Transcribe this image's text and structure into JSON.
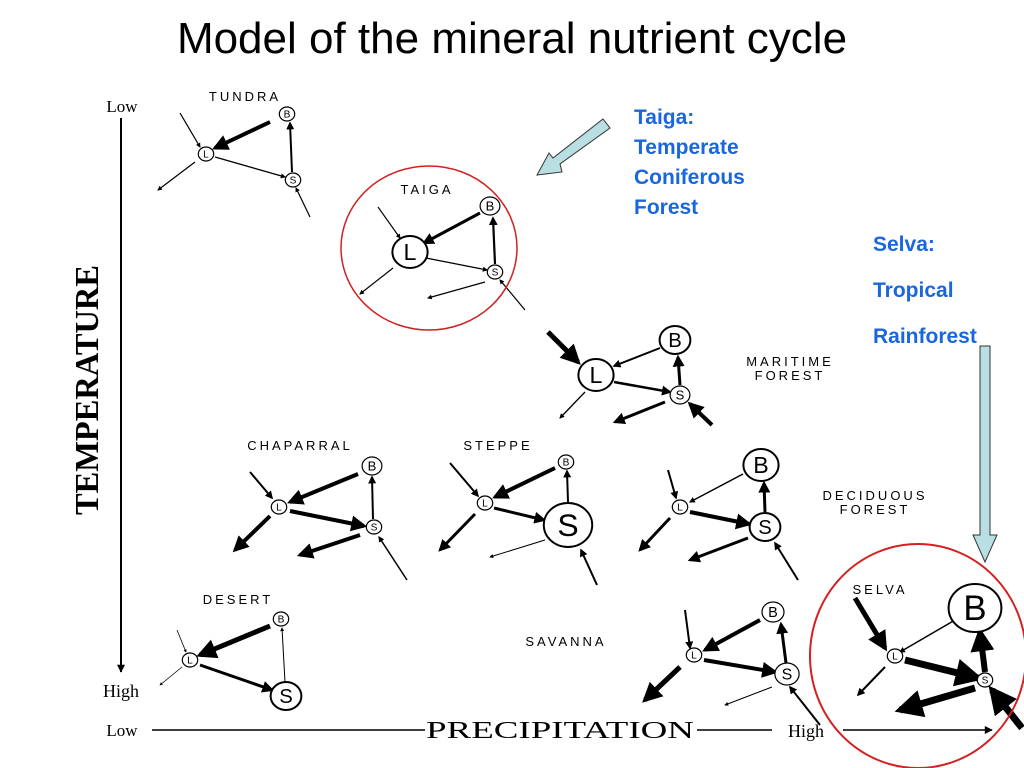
{
  "title": "Model of the mineral nutrient cycle",
  "axes": {
    "y_label": "TEMPERATURE",
    "y_low": "Low",
    "y_high": "High",
    "x_label": "PRECIPITATION",
    "x_low": "Low",
    "x_high": "High"
  },
  "annotations": {
    "taiga": [
      "Taiga:",
      "Temperate",
      "Coniferous",
      "Forest"
    ],
    "selva": [
      "Selva:",
      "Tropical",
      "Rainforest"
    ]
  },
  "colors": {
    "highlight_circle": "#d42020",
    "annotation_text": "#1a66dd",
    "pointer_arrow": "#b9dfe3"
  },
  "node_letters": {
    "biomass": "B",
    "litter": "L",
    "soil": "S"
  },
  "biomes": [
    {
      "id": "tundra",
      "label": [
        "TUNDRA"
      ]
    },
    {
      "id": "taiga",
      "label": [
        "TAIGA"
      ]
    },
    {
      "id": "maritime",
      "label": [
        "MARITIME",
        "FOREST"
      ]
    },
    {
      "id": "chaparral",
      "label": [
        "CHAPARRAL"
      ]
    },
    {
      "id": "steppe",
      "label": [
        "STEPPE"
      ]
    },
    {
      "id": "deciduous",
      "label": [
        "DECIDUOUS",
        "FOREST"
      ]
    },
    {
      "id": "desert",
      "label": [
        "DESERT"
      ]
    },
    {
      "id": "savanna",
      "label": [
        "SAVANNA"
      ]
    },
    {
      "id": "selva",
      "label": [
        "SELVA"
      ]
    }
  ]
}
